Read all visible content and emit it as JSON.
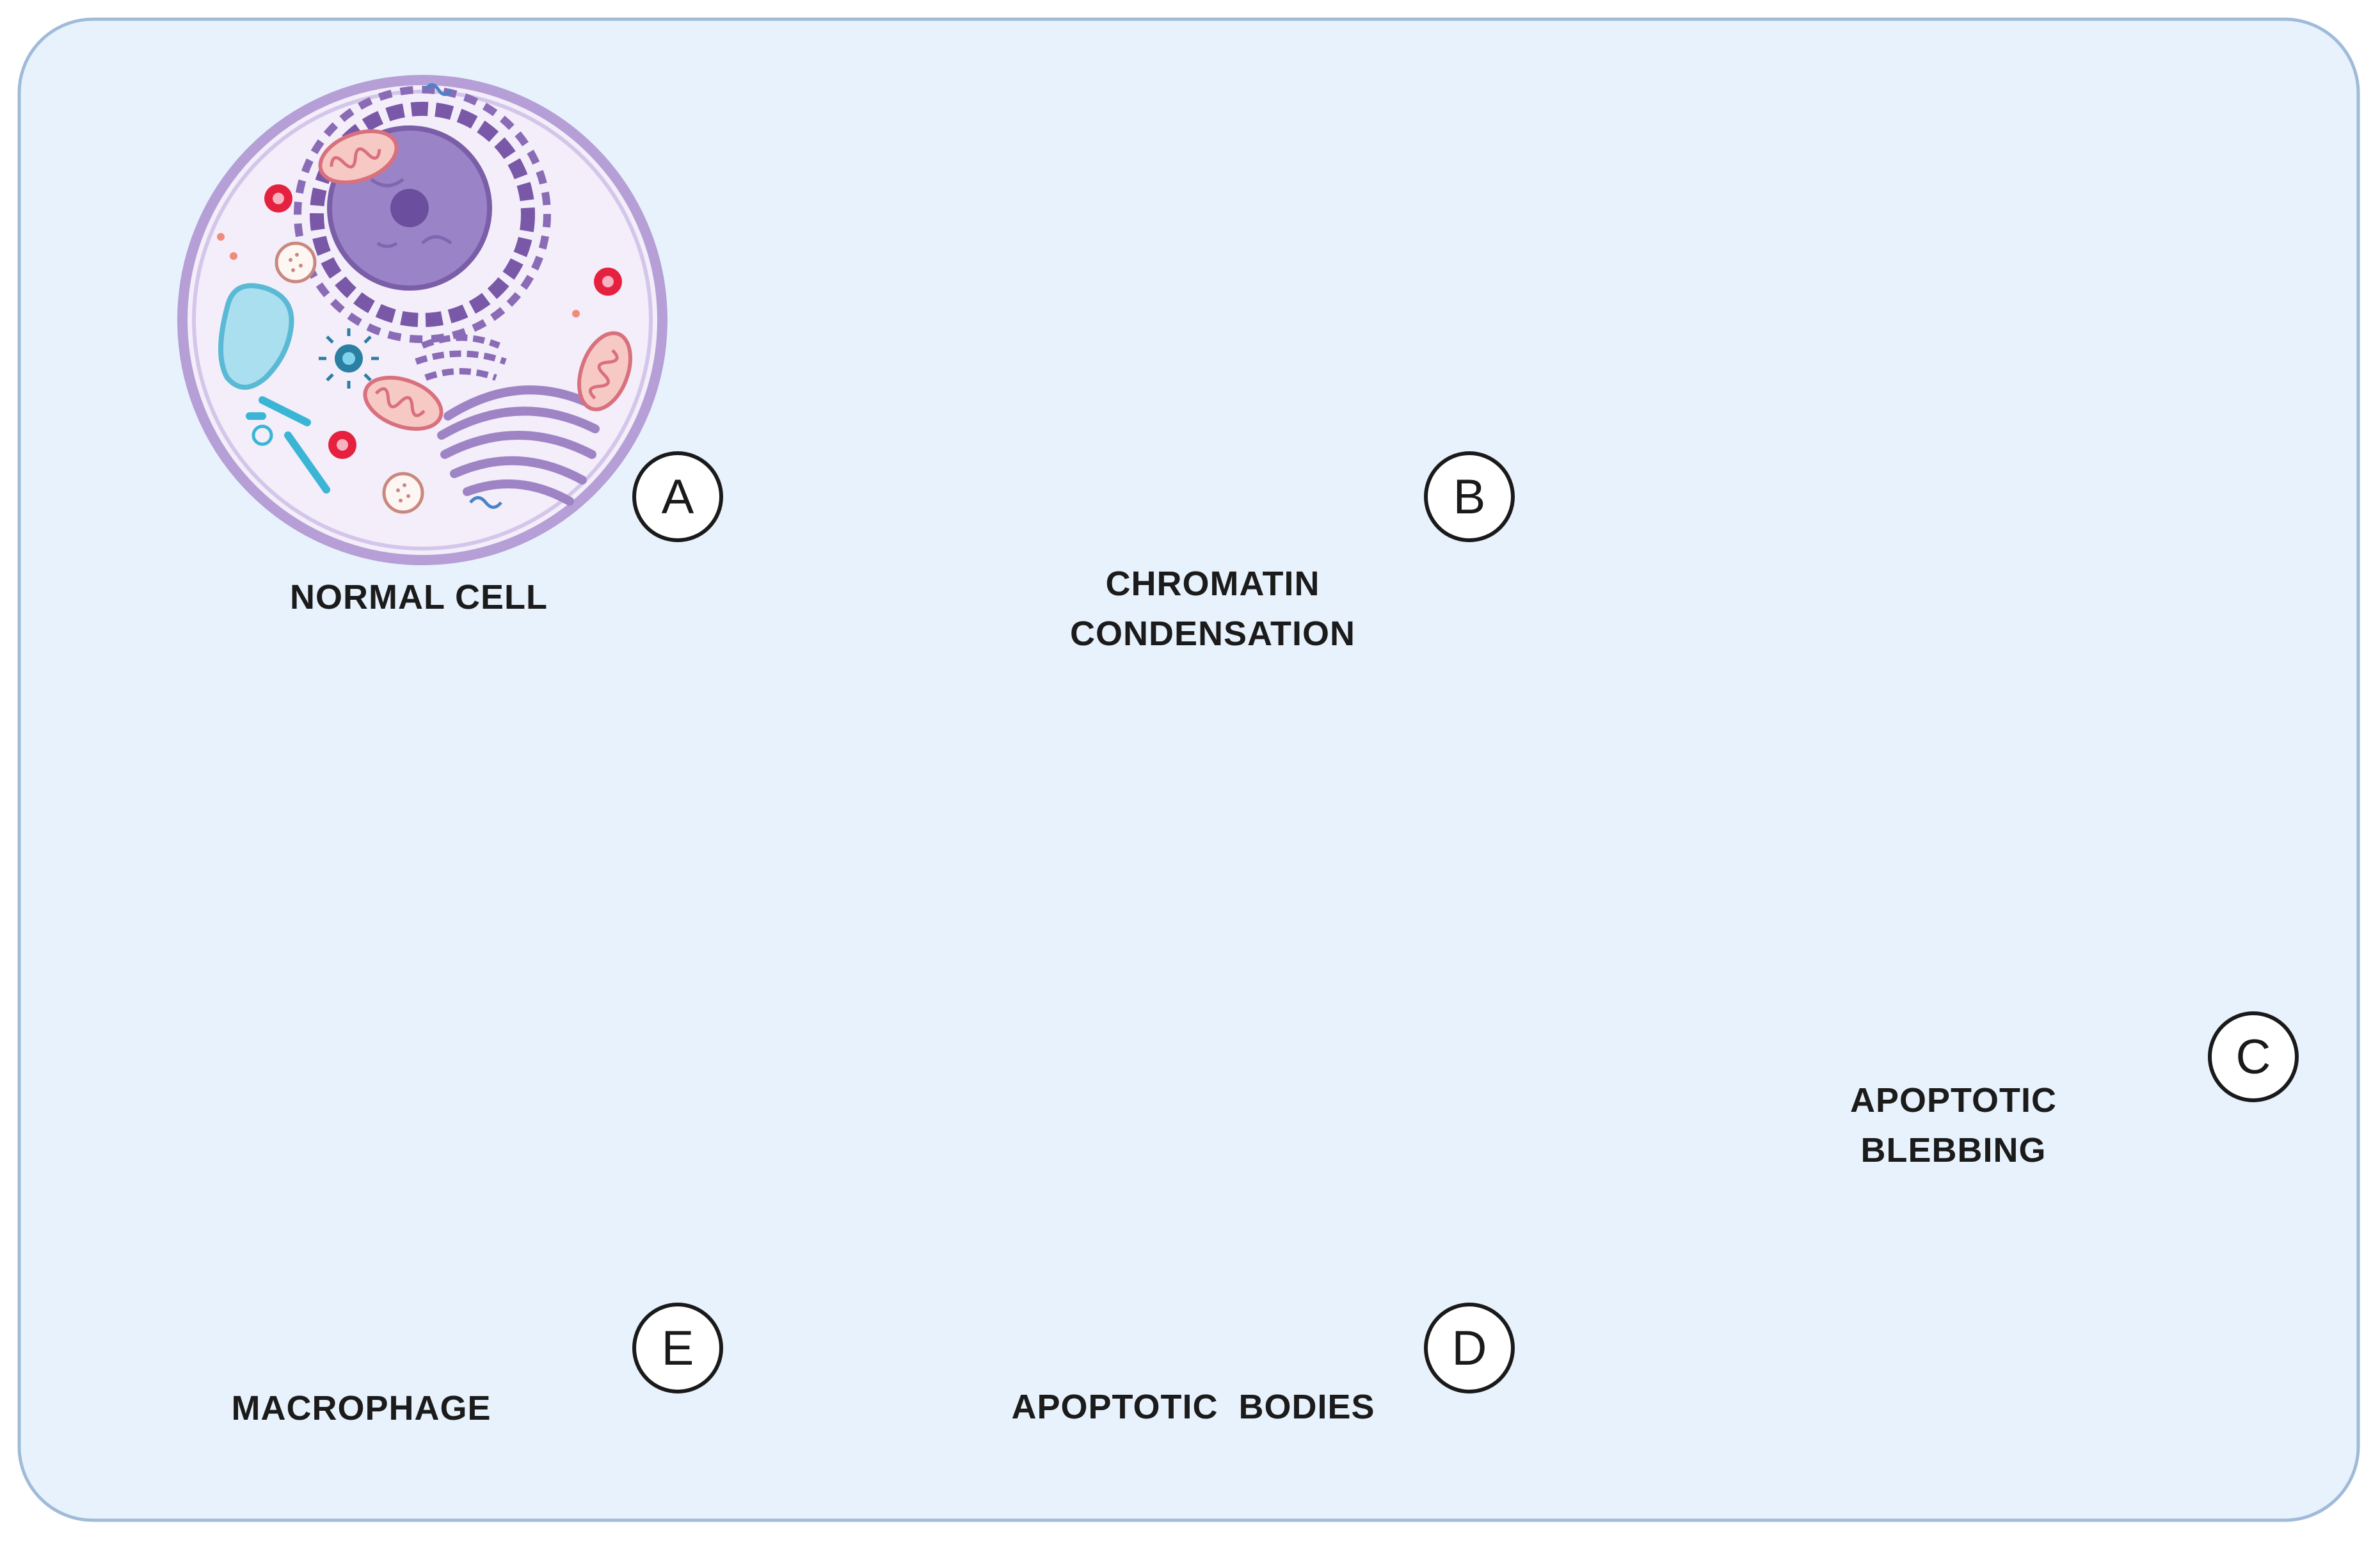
{
  "stages": [
    {
      "id": "A",
      "label": "NORMAL CELL"
    },
    {
      "id": "B",
      "label": "CHROMATIN\nCONDENSATION"
    },
    {
      "id": "C",
      "label": "APOPTOTIC\nBLEBBING"
    },
    {
      "id": "D",
      "label": "APOPTOTIC  BODIES"
    },
    {
      "id": "E",
      "label": "MACROPHAGE"
    }
  ],
  "colors": {
    "background": "#e8f2fc",
    "frame_border": "#9fbbd9",
    "normal_cell_membrane": "#b59fd6",
    "normal_cell_fill": "#f3eef9",
    "nucleus": "#7d5aa6",
    "blebbing_cell": "#f6a293",
    "blebbing_outline": "#e86f5d",
    "apoptotic_bodies": "#9c6b97",
    "apoptotic_dark": "#6a2f62",
    "macrophage": "#a08fd0",
    "macrophage_nucleus": "#7a5aa0",
    "arrow": "#111111"
  },
  "icons": [
    "arrow-right-icon",
    "arrow-down-right-icon",
    "arrow-down-left-icon",
    "arrow-left-icon"
  ]
}
